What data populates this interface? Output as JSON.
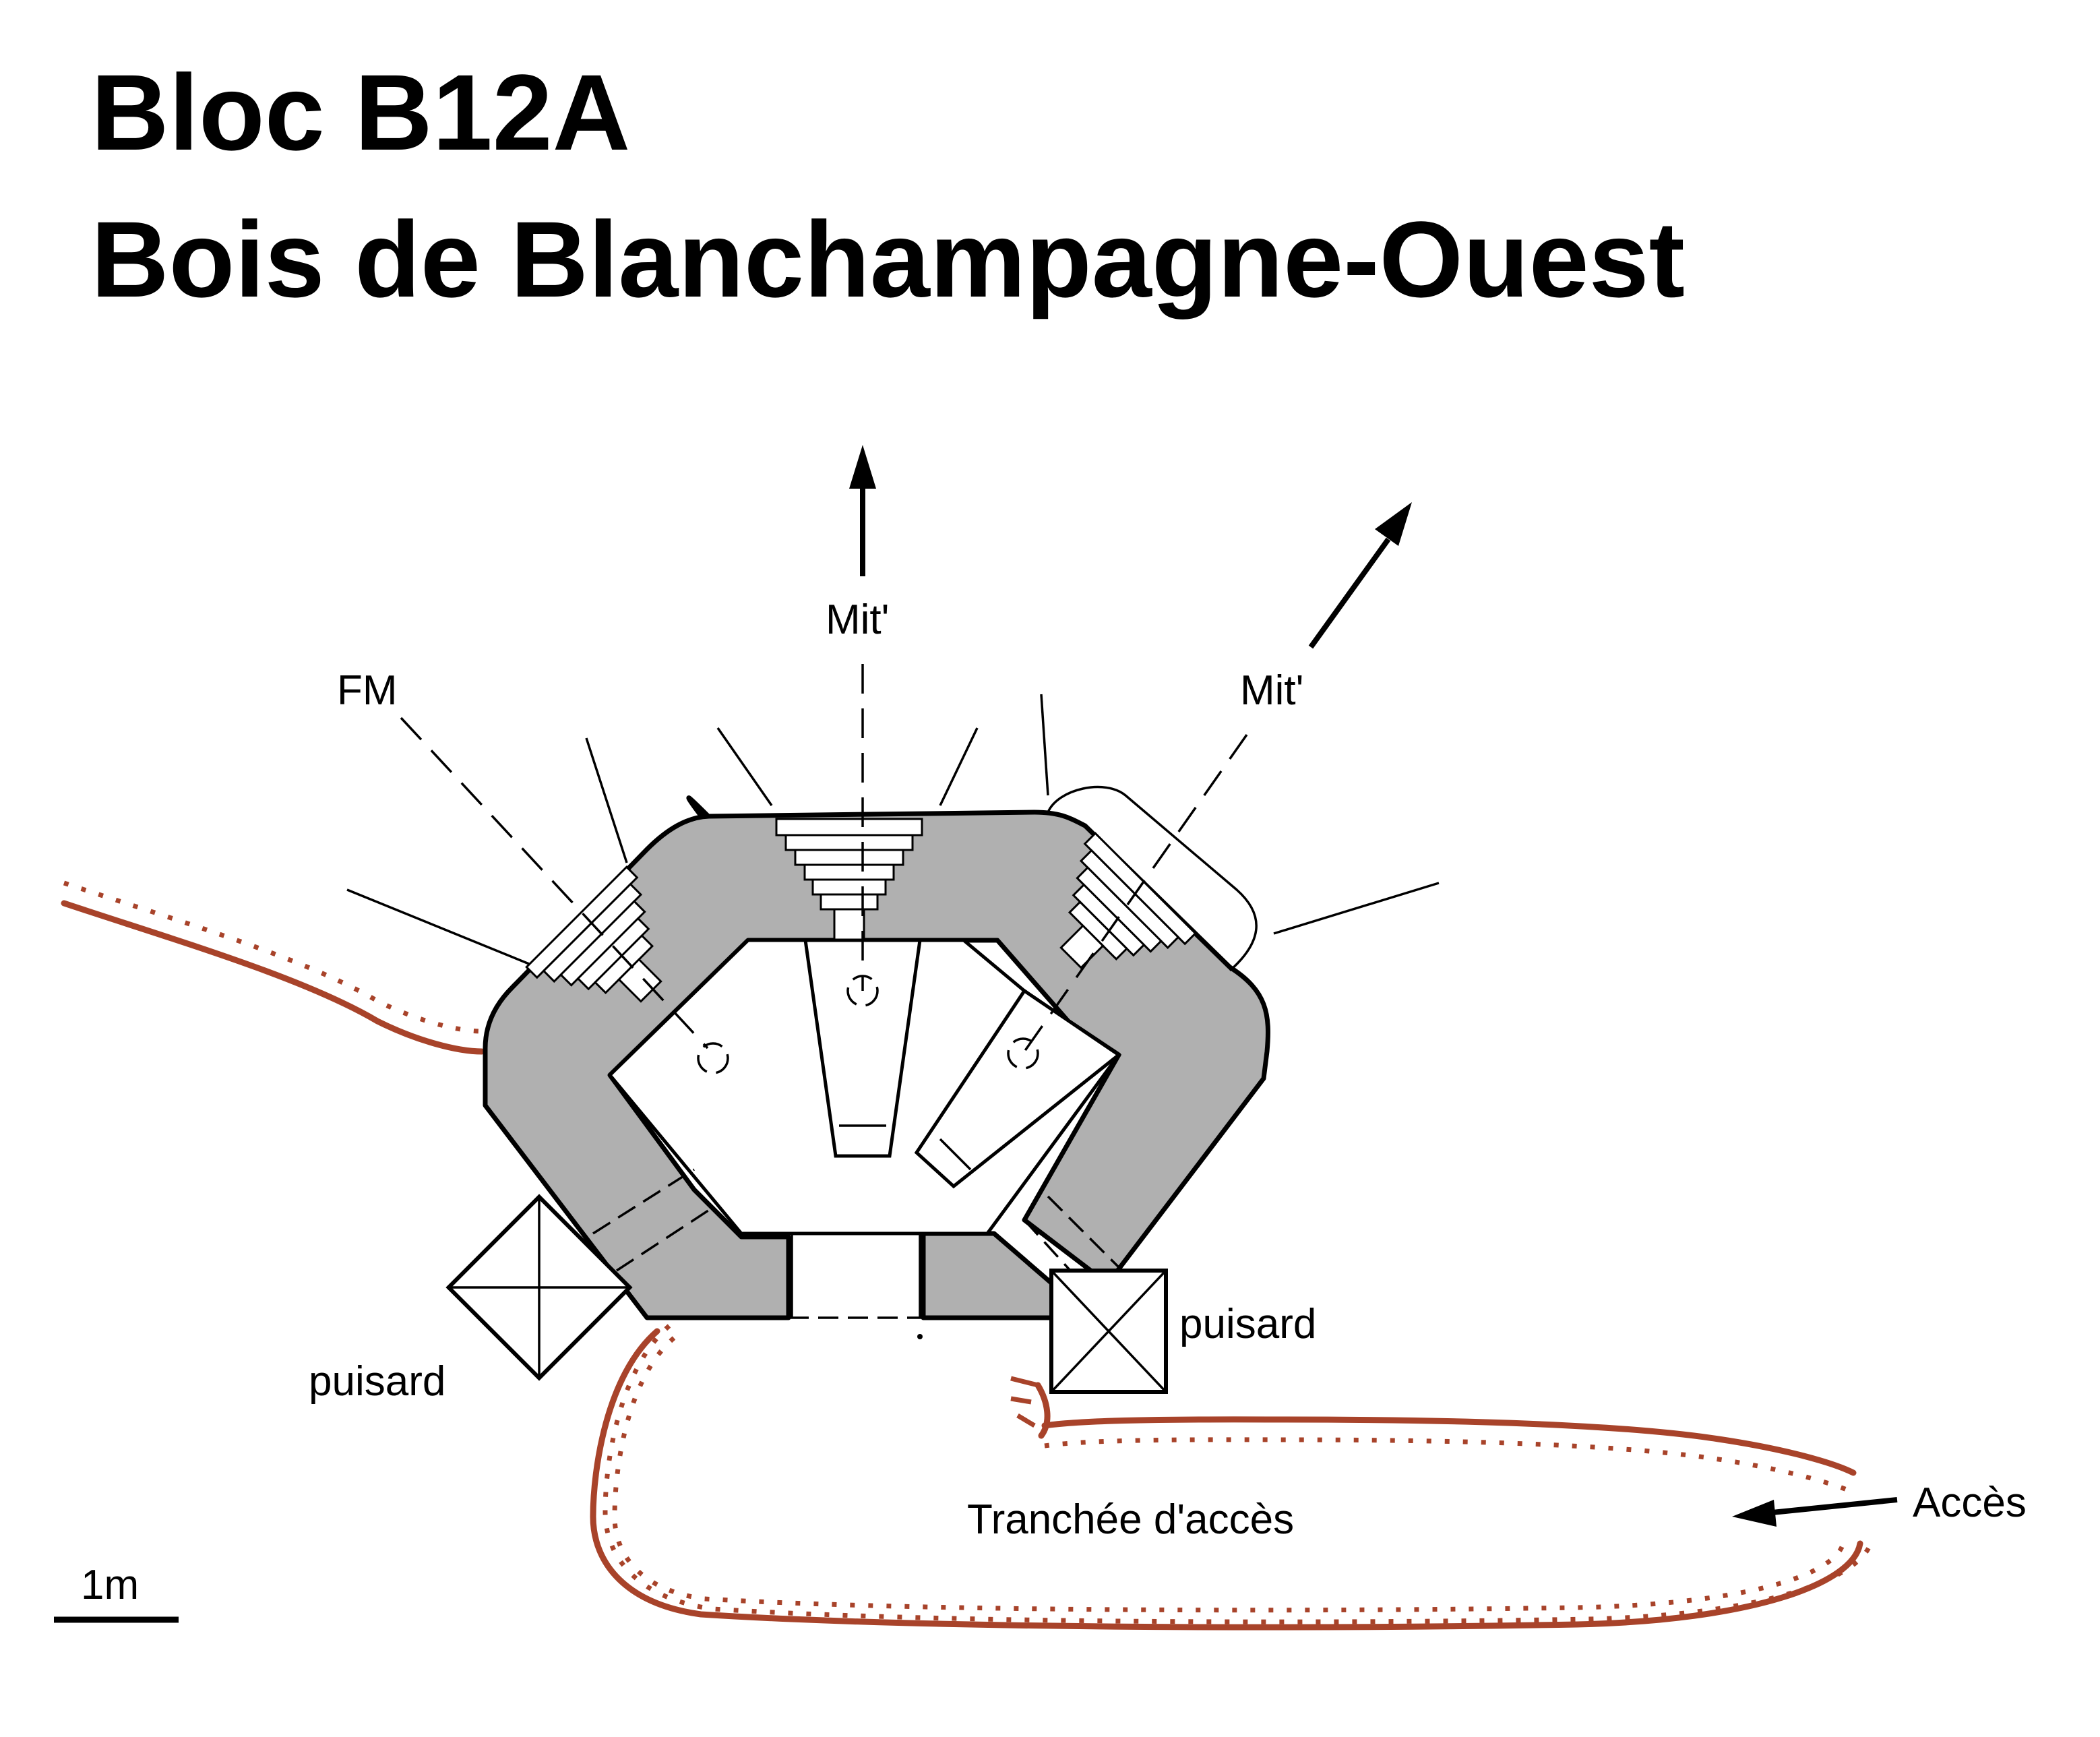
{
  "title": {
    "line1": "Bloc B12A",
    "line2": "Bois de Blanchampagne-Ouest"
  },
  "labels": {
    "fm": "FM",
    "mit_center": "Mit'",
    "mit_right": "Mit'",
    "puisard_left": "puisard",
    "puisard_right": "puisard",
    "trench": "Tranchée d'accès",
    "access": "Accès",
    "scale": "1m"
  },
  "colors": {
    "wall_fill": "#b0b0b0",
    "trench": "#a8432a",
    "ink": "#000000"
  }
}
